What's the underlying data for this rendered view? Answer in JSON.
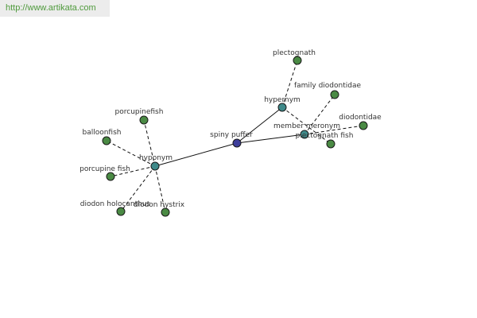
{
  "banner": {
    "url_text": "http://www.artikata.com"
  },
  "colors": {
    "center_node": "#3d3d9a",
    "relation_node": "#3f8a8a",
    "leaf_node": "#4a8a44",
    "edge": "#111111"
  },
  "graph": {
    "nodes": [
      {
        "id": "spiny-puffer",
        "label": "spiny puffer",
        "kind": "center"
      },
      {
        "id": "hyponym",
        "label": "hyponym",
        "kind": "relation"
      },
      {
        "id": "hypernym",
        "label": "hypernym",
        "kind": "relation"
      },
      {
        "id": "member-meronym",
        "label": "member meronym",
        "kind": "relation"
      },
      {
        "id": "porcupinefish",
        "label": "porcupinefish",
        "kind": "leaf"
      },
      {
        "id": "balloonfish",
        "label": "balloonfish",
        "kind": "leaf"
      },
      {
        "id": "porcupine-fish",
        "label": "porcupine fish",
        "kind": "leaf"
      },
      {
        "id": "diodon-holocanthus",
        "label": "diodon holocanthus",
        "kind": "leaf"
      },
      {
        "id": "diodon-hystrix",
        "label": "diodon hystrix",
        "kind": "leaf"
      },
      {
        "id": "plectognath",
        "label": "plectognath",
        "kind": "leaf"
      },
      {
        "id": "family-diodontidae",
        "label": "family diodontidae",
        "kind": "leaf"
      },
      {
        "id": "diodontidae",
        "label": "diodontidae",
        "kind": "leaf"
      },
      {
        "id": "plectognath-fish",
        "label": "plectognath fish",
        "kind": "leaf"
      }
    ],
    "edges": [
      {
        "from": "spiny-puffer",
        "to": "hyponym",
        "style": "solid"
      },
      {
        "from": "spiny-puffer",
        "to": "hypernym",
        "style": "solid"
      },
      {
        "from": "spiny-puffer",
        "to": "member-meronym",
        "style": "solid"
      },
      {
        "from": "hyponym",
        "to": "porcupinefish",
        "style": "dashed"
      },
      {
        "from": "hyponym",
        "to": "balloonfish",
        "style": "dashed"
      },
      {
        "from": "hyponym",
        "to": "porcupine-fish",
        "style": "dashed"
      },
      {
        "from": "hyponym",
        "to": "diodon-holocanthus",
        "style": "dashed"
      },
      {
        "from": "hyponym",
        "to": "diodon-hystrix",
        "style": "dashed"
      },
      {
        "from": "hypernym",
        "to": "plectognath",
        "style": "dashed"
      },
      {
        "from": "hypernym",
        "to": "plectognath-fish",
        "style": "dashed"
      },
      {
        "from": "member-meronym",
        "to": "family-diodontidae",
        "style": "dashed"
      },
      {
        "from": "member-meronym",
        "to": "diodontidae",
        "style": "dashed"
      }
    ]
  }
}
